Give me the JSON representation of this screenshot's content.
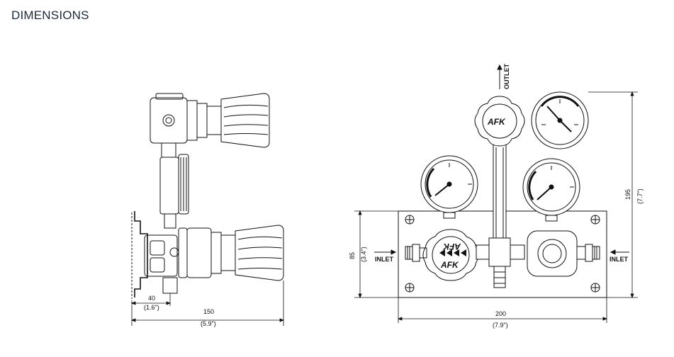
{
  "page": {
    "heading": "DIMENSIONS"
  },
  "side_view": {
    "width_mm": "150",
    "width_in": "(5.9\")",
    "offset_mm": "40",
    "offset_in": "(1.6\")"
  },
  "front_view": {
    "outlet_label": "OUTLET",
    "inlet_left_label": "INLET",
    "inlet_right_label": "INLET",
    "brand_upper": "AFK",
    "brand_lower": "AFK",
    "brand_lower_mirrored": "AFK",
    "width_mm": "200",
    "width_in": "(7.9\")",
    "height_mm": "195",
    "height_in": "(7.7\")",
    "panel_height_mm": "85",
    "panel_height_in": "(3.4\")"
  }
}
